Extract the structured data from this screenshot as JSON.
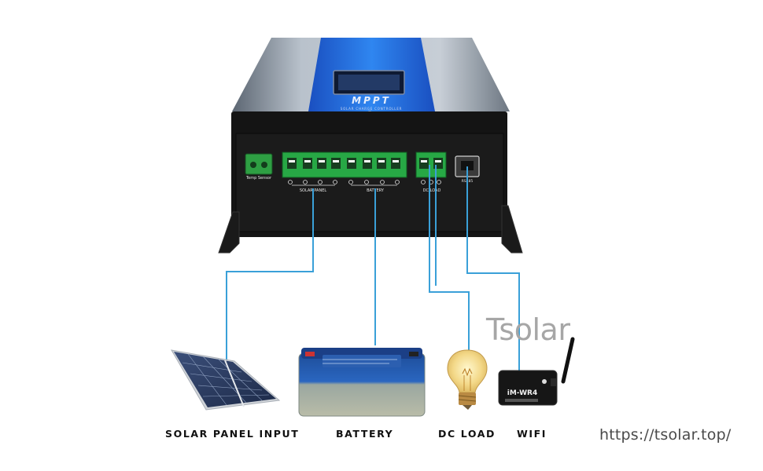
{
  "controller": {
    "brand_label": "MPPT",
    "subtitle_label": "SOLAR CHARGE CONTROLLER",
    "temp_sensor_label": "Temp Sensor",
    "solar_panel_label": "SOLAR PANEL",
    "battery_label": "BATTERY",
    "dc_load_label": "DC LOAD",
    "port_label": "RS485"
  },
  "wifi_module_label": "iM-WR4",
  "connections": [
    {
      "caption": "SOLAR PANEL INPUT"
    },
    {
      "caption": "BATTERY"
    },
    {
      "caption": "DC LOAD"
    },
    {
      "caption": "WIFI"
    }
  ],
  "watermark": "Tsolar",
  "site_url": "https://tsolar.top/",
  "colors": {
    "wire": "#3aa0d8",
    "accent_blue": "#1f6fe0",
    "terminal_green": "#2eaa4a",
    "body_black": "#141414"
  }
}
